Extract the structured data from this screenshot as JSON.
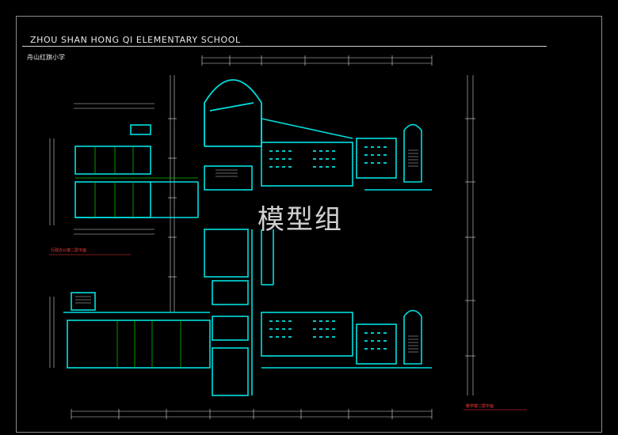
{
  "drawing": {
    "title_en": "ZHOU SHAN HONG QI ELEMENTARY SCHOOL",
    "title_cn": "舟山红旗小学",
    "label_office_block": "行政办公楼二层平面",
    "label_teaching_block": "教学楼二层平面",
    "watermark": "模型组"
  },
  "colors": {
    "background": "#000000",
    "wall": "#00e0e0",
    "partition": "#00c000",
    "dimension": "#e0e0e0",
    "grid": "#00b0b0",
    "label": "#ff3b3b",
    "frame": "#8a8a8a"
  }
}
